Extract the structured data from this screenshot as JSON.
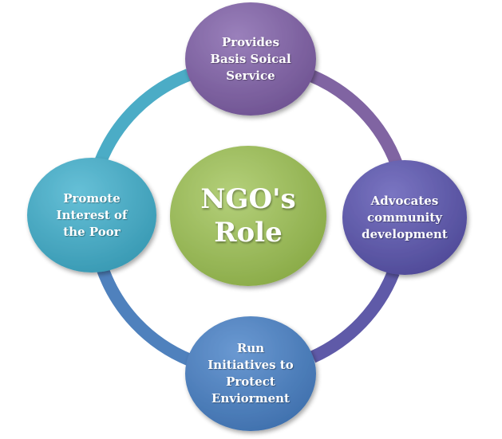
{
  "diagram": {
    "center": {
      "label": "NGO's\nRole",
      "color": "#9bbb59"
    },
    "nodes": {
      "top": {
        "label": "Provides\nBasis Soical\nService",
        "color": "#8064a2"
      },
      "right": {
        "label": "Advocates\ncommunity\ndevelopment",
        "color": "#5f5aa8"
      },
      "bottom": {
        "label": "Run\nInitiatives to\nProtect\nEnviorment",
        "color": "#4f81bd"
      },
      "left": {
        "label": "Promote\nInterest of\nthe Poor",
        "color": "#4bacc6"
      }
    },
    "arcs": {
      "top_to_right": "#8064a2",
      "right_to_bottom": "#5f5aa8",
      "bottom_to_left": "#4f81bd",
      "left_to_top": "#4bacc6"
    }
  }
}
